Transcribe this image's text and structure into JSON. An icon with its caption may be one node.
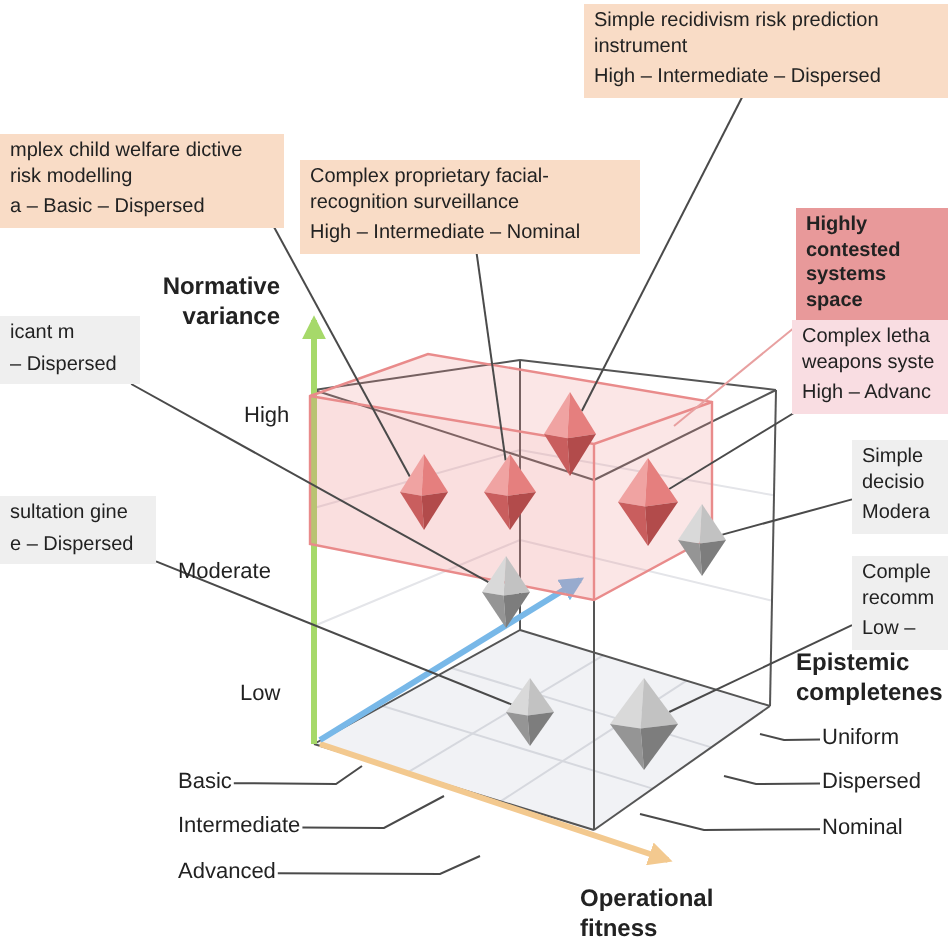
{
  "diagram": {
    "nodes": [
      {
        "text": [
          "Simple recidivism risk prediction instrument",
          "High – Intermediate – Dispersed"
        ]
      },
      {
        "text": [
          "mplex child welfare dictive risk modelling",
          "a – Basic – Dispersed"
        ]
      },
      {
        "text": [
          "Complex proprietary facial-recognition surveillance",
          "High – Intermediate – Nominal"
        ]
      },
      {
        "text": [
          "Highly contested systems space"
        ]
      },
      {
        "text": [
          "Complex letha weapons syste",
          "High – Advanc"
        ]
      },
      {
        "text": [
          "icant m",
          "– Dispersed"
        ]
      },
      {
        "text": [
          "Simple decisio",
          "Modera"
        ]
      },
      {
        "text": [
          "sultation gine",
          "e – Dispersed"
        ]
      },
      {
        "text": [
          "Comple recomm",
          "Low –"
        ]
      },
      {
        "text": [],
        "shape": "box"
      },
      {
        "text": [],
        "shape": "diamond",
        "in": 9
      },
      {
        "text": [],
        "shape": "diamond",
        "in": 9
      },
      {
        "text": [],
        "shape": "diamond",
        "in": 9
      },
      {
        "text": [],
        "shape": "diamond",
        "in": 9
      },
      {
        "text": [],
        "shape": "diamond"
      },
      {
        "text": [],
        "shape": "diamond"
      },
      {
        "text": [],
        "shape": "diamond"
      },
      {
        "text": [],
        "shape": "diamond"
      },
      {
        "text": [
          "Basic"
        ]
      },
      {
        "text": [
          "Intermediate"
        ]
      },
      {
        "text": [
          "Advanced"
        ]
      },
      {
        "text": [
          "Uniform"
        ]
      },
      {
        "text": [
          "Dispersed"
        ]
      },
      {
        "text": [
          "Nominal"
        ]
      }
    ],
    "edges": [
      {
        "from": 0,
        "to": 11,
        "arrow": "none"
      },
      {
        "from": 1,
        "to": 10,
        "arrow": "none"
      },
      {
        "from": 2,
        "to": 12,
        "arrow": "none"
      },
      {
        "from": 3,
        "to": 9,
        "arrow": "none",
        "color": "#e8a0a0"
      },
      {
        "from": 4,
        "to": 13,
        "arrow": "none"
      },
      {
        "from": 5,
        "to": 14,
        "arrow": "none"
      },
      {
        "from": 6,
        "to": 15,
        "arrow": "none"
      },
      {
        "from": 7,
        "to": 16,
        "arrow": "none"
      },
      {
        "from": 8,
        "to": 17,
        "arrow": "none"
      },
      {
        "from": 18,
        "to": null,
        "arrow": "none"
      },
      {
        "from": 19,
        "to": null,
        "arrow": "none"
      },
      {
        "from": 20,
        "to": null,
        "arrow": "none"
      },
      {
        "from": 21,
        "to": null,
        "arrow": "none"
      },
      {
        "from": 22,
        "to": null,
        "arrow": "none"
      },
      {
        "from": 23,
        "to": null,
        "arrow": "none"
      }
    ],
    "labels": [
      "Normative variance",
      "High",
      "Moderate",
      "Low",
      "Epistemic completenes",
      "Operational fitness"
    ]
  }
}
